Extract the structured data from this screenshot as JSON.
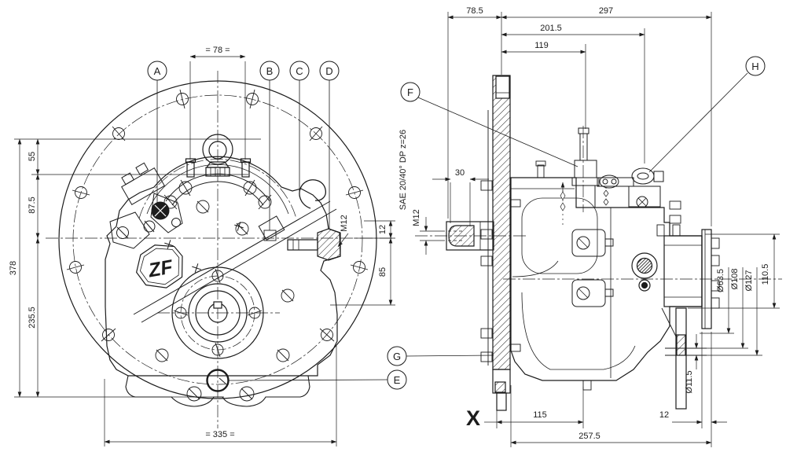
{
  "front_view": {
    "dim_top_width": "= 78 =",
    "dim_55": "55",
    "dim_87_5": "87.5",
    "dim_235_5": "235.5",
    "dim_378": "378",
    "dim_bottom_width": "= 335 =",
    "thread_m12": "M12",
    "dim_12": "12",
    "dim_85": "85",
    "logo": "ZF"
  },
  "side_view": {
    "dim_78_5": "78.5",
    "dim_297": "297",
    "dim_201_5": "201.5",
    "dim_119": "119",
    "dim_30": "30",
    "thread_m12": "M12",
    "spline_note": "SAE 20/40° DP z=26",
    "datum_x": "X",
    "dim_115": "115",
    "dim_12": "12",
    "dim_257_5": "257.5",
    "dim_d63_5": "Ø63.5",
    "dim_d108": "Ø108",
    "dim_d127": "Ø127",
    "dim_110_5": "110.5",
    "dim_d11_5": "Ø11.5"
  },
  "callouts": {
    "a": "A",
    "b": "B",
    "c": "C",
    "d": "D",
    "e": "E",
    "f": "F",
    "g": "G",
    "h": "H"
  },
  "colors": {
    "ink": "#1c1c1c",
    "paper": "#ffffff"
  }
}
